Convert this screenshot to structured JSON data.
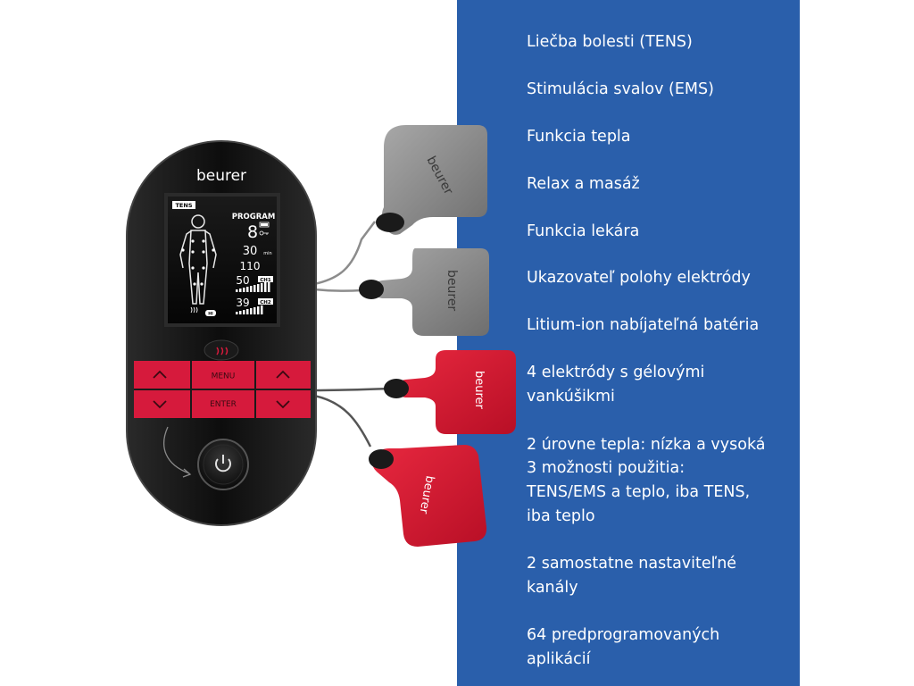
{
  "colors": {
    "panel_blue": "#2a5fab",
    "device_body": "#111111",
    "button_red": "#d61a3c",
    "pad_gray": "#8a8a8a",
    "pad_red": "#d8182f"
  },
  "device": {
    "brand": "beurer",
    "lcd": {
      "mode_badge": "TENS",
      "program_label": "PROGRAM",
      "program_number": "8",
      "timer": "30",
      "timer_unit": "min",
      "value_mid": "110",
      "ch1_value": "50",
      "ch1_label": "CH1",
      "ch2_value": "39",
      "ch2_label": "CH2",
      "heat_badge": "HI"
    },
    "buttons": {
      "menu": "MENU",
      "enter": "ENTER"
    },
    "icons": [
      "heat-icon",
      "power-icon",
      "chevron-up-icon",
      "chevron-down-icon"
    ]
  },
  "pads": [
    {
      "brand": "beurer",
      "color": "gray"
    },
    {
      "brand": "beurer",
      "color": "gray"
    },
    {
      "brand": "beurer",
      "color": "red"
    },
    {
      "brand": "beurer",
      "color": "red"
    }
  ],
  "features": [
    "Liečba bolesti (TENS)",
    "Stimulácia svalov (EMS)",
    "Funkcia tepla",
    "Relax a masáž",
    "Funkcia lekára",
    "Ukazovateľ polohy elektródy",
    "Litium-ion nabíjateľná batéria",
    "4 elektródy s gélovými",
    "vankúšikmi",
    "2 úrovne tepla: nízka a vysoká",
    "3 možnosti použitia:",
    "TENS/EMS a teplo, iba TENS,",
    "iba teplo",
    "2 samostatne nastaviteľné",
    "kanály",
    "64 predprogramovaných",
    "aplikácií"
  ]
}
